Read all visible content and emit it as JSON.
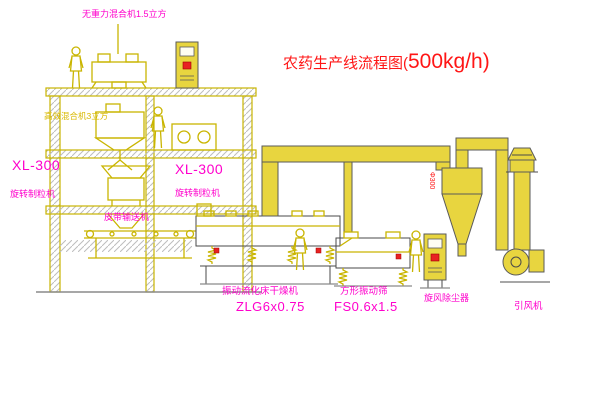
{
  "title": {
    "part1": "农药生产线流程图(",
    "part2": "500kg/h)"
  },
  "labels": {
    "roof_mixer": "无重力混合机1.5立方",
    "floor2_mixer": "高效混合机3立方",
    "granulator_left_model": "XL-300",
    "granulator_left_name": "旋转制粒机",
    "granulator_mid_model": "XL-300",
    "granulator_mid_name": "旋转制粒机",
    "belt_conveyor": "皮带输送机",
    "dryer_name": "振动流化床干燥机",
    "dryer_model": "ZLG6x0.75",
    "screen_name": "方形振动筛",
    "screen_model": "FS0.6x1.5",
    "cyclone": "旋风除尘器",
    "fan": "引风机",
    "duct_dim": "Φ300"
  },
  "colors": {
    "line_yellow": "#c9b500",
    "duct_fill": "#e8d53f",
    "label_magenta": "#ff00cc",
    "title_red": "#ff1616",
    "status_red_dot": "#e82222"
  }
}
